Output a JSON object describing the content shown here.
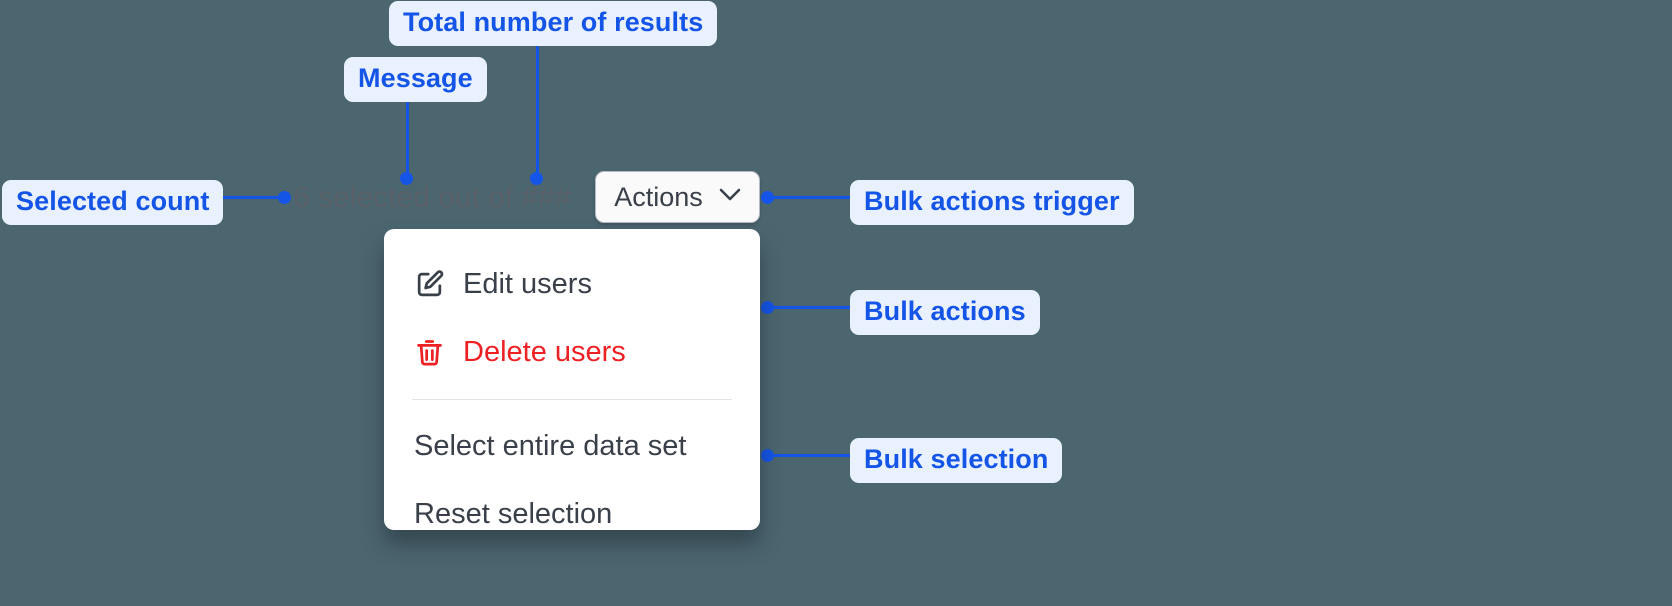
{
  "canvas": {
    "background_color": "#4c6670",
    "accent_color": "#1455e8",
    "callout_bg_color": "#eaf1fe",
    "danger_color": "#ed2024"
  },
  "selection": {
    "message_text": "6 selected out of ###",
    "selected_count": "6",
    "total_results": "###"
  },
  "trigger": {
    "label": "Actions",
    "chevron_icon": "chevron-down-icon"
  },
  "menu": {
    "groups": [
      {
        "name": "bulk-actions",
        "items": [
          {
            "label": "Edit users",
            "icon": "edit-square-icon",
            "tone": "default"
          },
          {
            "label": "Delete users",
            "icon": "trash-icon",
            "tone": "danger"
          }
        ]
      },
      {
        "name": "bulk-selection",
        "items": [
          {
            "label": "Select entire data set",
            "icon": "",
            "tone": "default"
          },
          {
            "label": "Reset selection",
            "icon": "",
            "tone": "default"
          }
        ]
      }
    ]
  },
  "callouts": [
    {
      "id": "total-results",
      "label": "Total number of results"
    },
    {
      "id": "message",
      "label": "Message"
    },
    {
      "id": "selected-count",
      "label": "Selected count"
    },
    {
      "id": "bulk-actions-trigger",
      "label": "Bulk actions trigger"
    },
    {
      "id": "bulk-actions",
      "label": "Bulk actions"
    },
    {
      "id": "bulk-selection",
      "label": "Bulk selection"
    }
  ]
}
